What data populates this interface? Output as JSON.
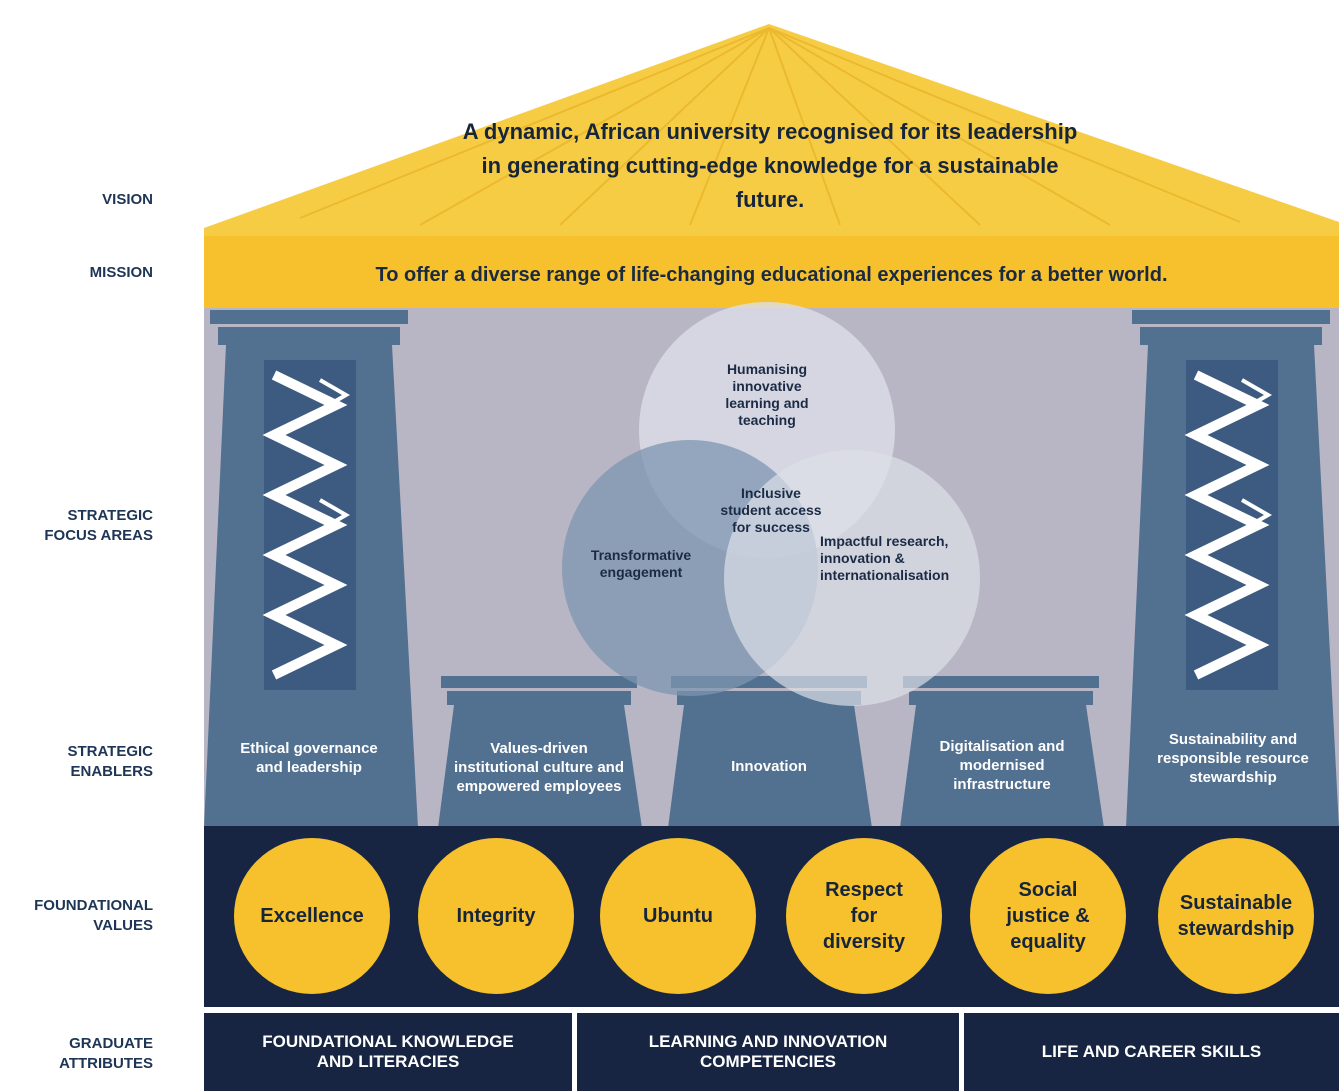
{
  "row_labels": {
    "vision": "VISION",
    "mission": "MISSION",
    "focus_areas": "STRATEGIC\nFOCUS AREAS",
    "enablers": "STRATEGIC\nENABLERS",
    "values": "FOUNDATIONAL\nVALUES",
    "attributes": "GRADUATE\nATTRIBUTES"
  },
  "vision": "A dynamic, African university recognised for its leadership in generating cutting-edge knowledge for a sustainable future.",
  "mission": "To offer a diverse range of life-changing educational experiences for a better world.",
  "focus_areas": {
    "top": "Humanising innovative learning and teaching",
    "left": "Transformative engagement",
    "right": "Impactful research, innovation & internationalisation",
    "center": "Inclusive student access for success"
  },
  "enablers": [
    "Ethical governance and leadership",
    "Values-driven institutional culture and empowered employees",
    "Innovation",
    "Digitalisation and modernised infrastructure",
    "Sustainability and responsible resource stewardship"
  ],
  "values": [
    "Excellence",
    "Integrity",
    "Ubuntu",
    "Respect for diversity",
    "Social justice & equality",
    "Sustainable stewardship"
  ],
  "attributes": [
    "FOUNDATIONAL KNOWLEDGE AND LITERACIES",
    "LEARNING AND INNOVATION COMPETENCIES",
    "LIFE AND CAREER SKILLS"
  ],
  "colors": {
    "gold": "#f6c12c",
    "navy": "#182542",
    "pillar": "#52708f",
    "wall": "#b8b6c4"
  }
}
